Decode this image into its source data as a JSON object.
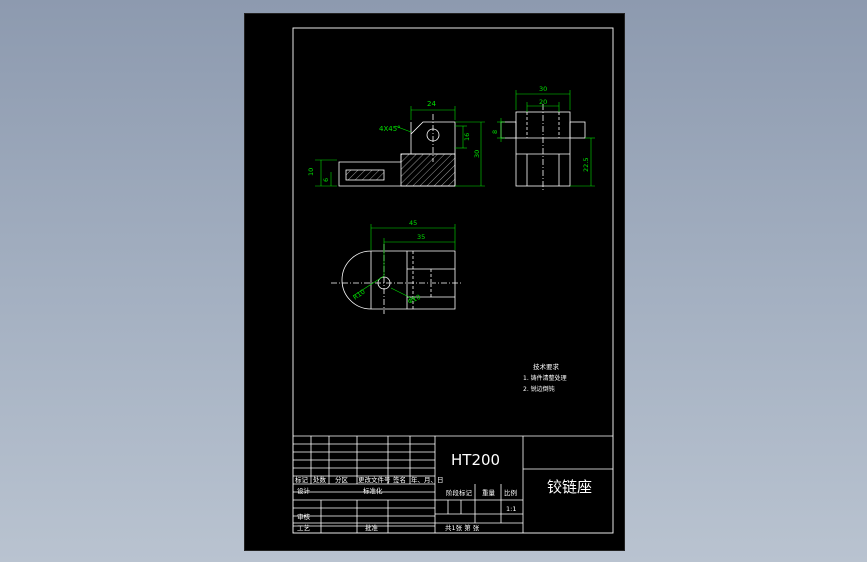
{
  "drawing": {
    "material": "HT200",
    "part_name": "铰链座",
    "tech_req_title": "技术要求",
    "tech_req_items": [
      "1. 铸件清整处理",
      "2. 锐边倒钝"
    ],
    "dimensions": {
      "chamfer": "4X45°",
      "top_width": "24",
      "hole_height": "16",
      "total_height": "30",
      "left_height": "10",
      "base_height": "6",
      "side_width": "30",
      "side_inner": "20",
      "side_left": "8",
      "side_right": "22.5",
      "plan_len": "45",
      "plan_inner": "35",
      "radius": "R10",
      "hole_dia": "Φ10"
    }
  },
  "title_block": {
    "row_labels": [
      "标记",
      "处数",
      "分区",
      "更改文件号",
      "签名",
      "年、月、日"
    ],
    "design": "设计",
    "standardize": "标准化",
    "review": "审核",
    "process": "工艺",
    "approve": "批准",
    "stage_mark": "阶段标记",
    "weight": "重量",
    "scale_label": "比例",
    "scale_value": "1:1",
    "sheets": "共1张 第 张"
  },
  "colors": {
    "line": "#ffffff",
    "dimension": "#00e000",
    "sheet": "#000000"
  }
}
